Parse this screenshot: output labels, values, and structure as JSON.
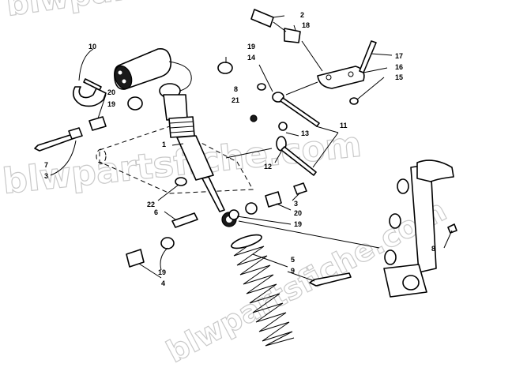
{
  "watermarks": [
    "blwpartsfiche.com",
    "blwpartsfiche.com",
    "blwpartsfiche.com"
  ],
  "callouts": [
    {
      "id": "c2",
      "text": "2"
    },
    {
      "id": "c18",
      "text": "18"
    },
    {
      "id": "c10",
      "text": "10"
    },
    {
      "id": "c19a",
      "text": "19"
    },
    {
      "id": "c14",
      "text": "14"
    },
    {
      "id": "c17",
      "text": "17"
    },
    {
      "id": "c16",
      "text": "16"
    },
    {
      "id": "c15",
      "text": "15"
    },
    {
      "id": "c20a",
      "text": "20"
    },
    {
      "id": "c19b",
      "text": "19"
    },
    {
      "id": "c8a",
      "text": "8"
    },
    {
      "id": "c21",
      "text": "21"
    },
    {
      "id": "c11",
      "text": "11"
    },
    {
      "id": "c13",
      "text": "13"
    },
    {
      "id": "c1",
      "text": "1"
    },
    {
      "id": "c7",
      "text": "7"
    },
    {
      "id": "c3a",
      "text": "3"
    },
    {
      "id": "c12",
      "text": "12"
    },
    {
      "id": "c22",
      "text": "22"
    },
    {
      "id": "c6",
      "text": "6"
    },
    {
      "id": "c3b",
      "text": "3"
    },
    {
      "id": "c20b",
      "text": "20"
    },
    {
      "id": "c19c",
      "text": "19"
    },
    {
      "id": "c8b",
      "text": "8"
    },
    {
      "id": "c5",
      "text": "5"
    },
    {
      "id": "c9",
      "text": "9"
    },
    {
      "id": "c19d",
      "text": "19"
    },
    {
      "id": "c4",
      "text": "4"
    }
  ]
}
